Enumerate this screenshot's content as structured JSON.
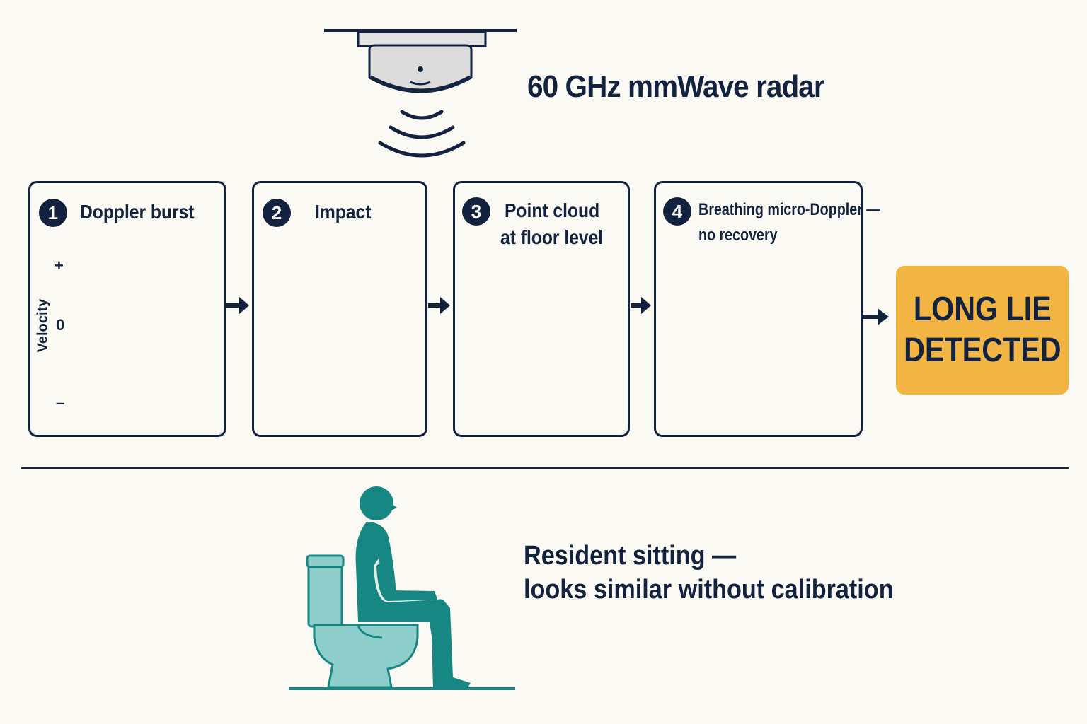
{
  "sensor": {
    "label": "60 GHz mmWave radar",
    "icon": "ceiling-radar-icon"
  },
  "steps": [
    {
      "number": "1",
      "label": "Doppler burst",
      "chart": {
        "ylabel": "Velocity",
        "plus": "+",
        "zero": "0",
        "minus": "–"
      }
    },
    {
      "number": "2",
      "label": "Impact"
    },
    {
      "number": "3",
      "label_line1": "Point cloud",
      "label_line2": "at floor level"
    },
    {
      "number": "4",
      "label_line1": "Breathing micro-Doppler —",
      "label_line2": "no recovery"
    }
  ],
  "result": {
    "line1": "LONG LIE",
    "line2": "DETECTED",
    "color": "#f2b543"
  },
  "caveat": {
    "line1": "Resident sitting —",
    "line2": "looks similar without calibration",
    "icon": "person-sitting-on-toilet-icon"
  },
  "colors": {
    "navy": "#13223f",
    "accent": "#f2b543",
    "teal": "#168783",
    "teal_light": "#8fcfcb",
    "background": "#fbf9f3"
  }
}
